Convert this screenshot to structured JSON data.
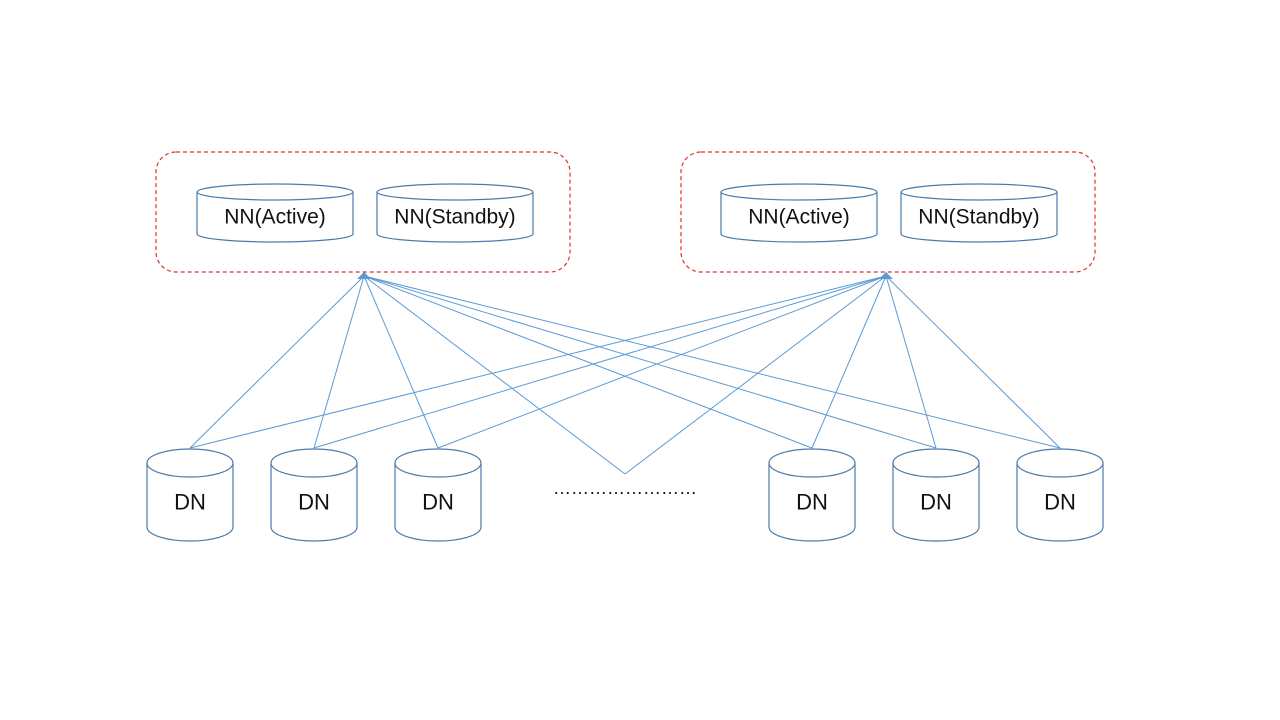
{
  "clusters": [
    {
      "active_label": "NN(Active)",
      "standby_label": "NN(Standby)"
    },
    {
      "active_label": "NN(Active)",
      "standby_label": "NN(Standby)"
    }
  ],
  "datanodes": [
    {
      "label": "DN"
    },
    {
      "label": "DN"
    },
    {
      "label": "DN"
    },
    {
      "label": "DN"
    },
    {
      "label": "DN"
    },
    {
      "label": "DN"
    }
  ],
  "ellipsis_text": "……………………",
  "colors": {
    "cluster_border": "#e03030",
    "cylinder_stroke": "#4a7ba8",
    "link": "#5b9bd5"
  }
}
